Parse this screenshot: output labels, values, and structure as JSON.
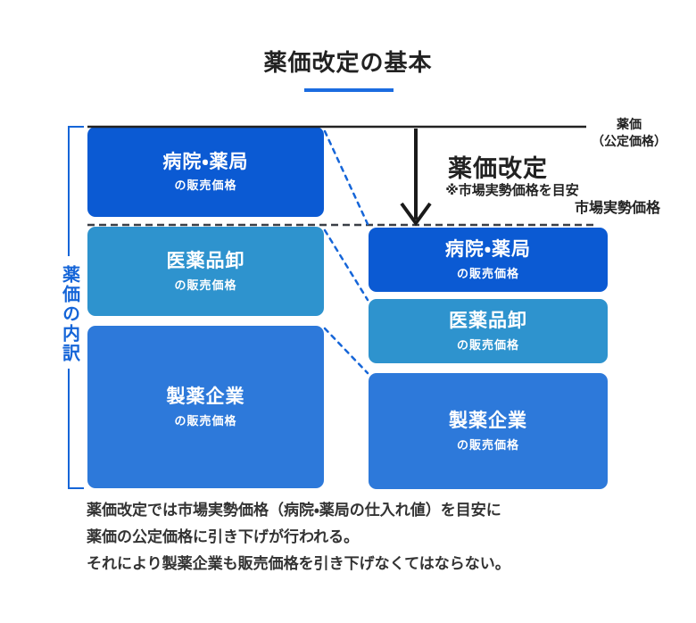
{
  "title": "薬価改定の基本",
  "left_axis": {
    "bracket_label": "薬価の内訳"
  },
  "price_lines": {
    "official_price_label": [
      "薬価",
      "（公定価格）"
    ],
    "market_price_label": "市場実勢価格"
  },
  "revision": {
    "title": "薬価改定",
    "note": "※市場実勢価格を目安"
  },
  "columns": {
    "before": {
      "boxes": [
        {
          "name": "病院・薬局",
          "sub": "の販売価格",
          "color": "#0b5ad3"
        },
        {
          "name": "医薬品卸",
          "sub": "の販売価格",
          "color": "#2e93ce"
        },
        {
          "name": "製薬企業",
          "sub": "の販売価格",
          "color": "#2d79da"
        }
      ]
    },
    "after": {
      "boxes": [
        {
          "name": "病院・薬局",
          "sub": "の販売価格",
          "color": "#0b5ad3"
        },
        {
          "name": "医薬品卸",
          "sub": "の販売価格",
          "color": "#2e93ce"
        },
        {
          "name": "製薬企業",
          "sub": "の販売価格",
          "color": "#2d79da"
        }
      ]
    }
  },
  "footer": {
    "lines": [
      "薬価改定では市場実勢価格（病院・薬局の仕入れ値）を目安に",
      "薬価の公定価格に引き下げが行われる。",
      "それにより製薬企業も販売価格を引き下げなくてはならない。"
    ]
  },
  "colors": {
    "box_dark_blue": "#0b5ad3",
    "box_light_blue": "#2e93ce",
    "box_medium_blue": "#2d79da",
    "accent_blue": "#1565d8",
    "line_dark": "#222222"
  }
}
